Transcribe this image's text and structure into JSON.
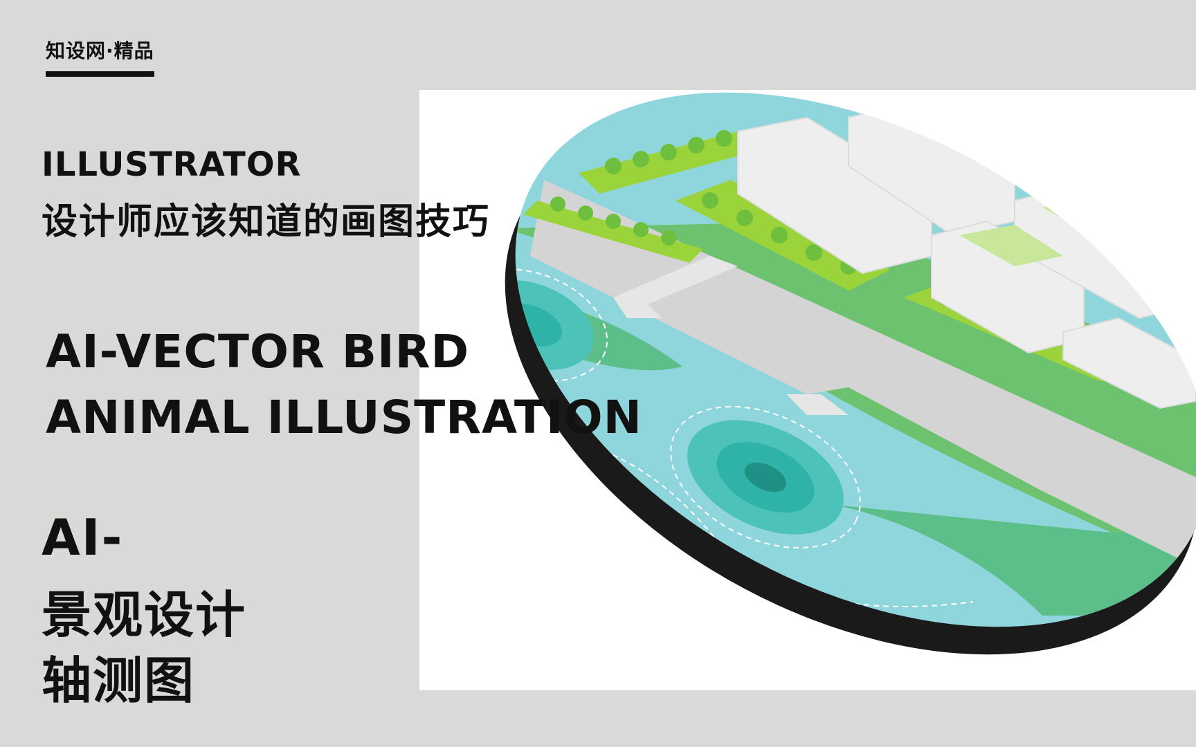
{
  "brand": {
    "label": "知设网·精品"
  },
  "headline": {
    "line1": "ILLUSTRATOR",
    "line2": "设计师应该知道的画图技巧"
  },
  "subtitle": {
    "line1": "AI-VECTOR BIRD",
    "line2": "ANIMAL ILLUSTRATION"
  },
  "course": {
    "line1": "AI-",
    "line2": "景观设计",
    "line3": "轴测图"
  },
  "colors": {
    "background": "#d9d9d7",
    "text": "#111111",
    "water": "#8fd6dc",
    "water_deep": "#2fb3a8",
    "grass": "#6cc26e",
    "lime": "#9ad43a",
    "plaza": "#d4d4d4",
    "building": "#eeeeee",
    "base": "#1a1a1a"
  }
}
